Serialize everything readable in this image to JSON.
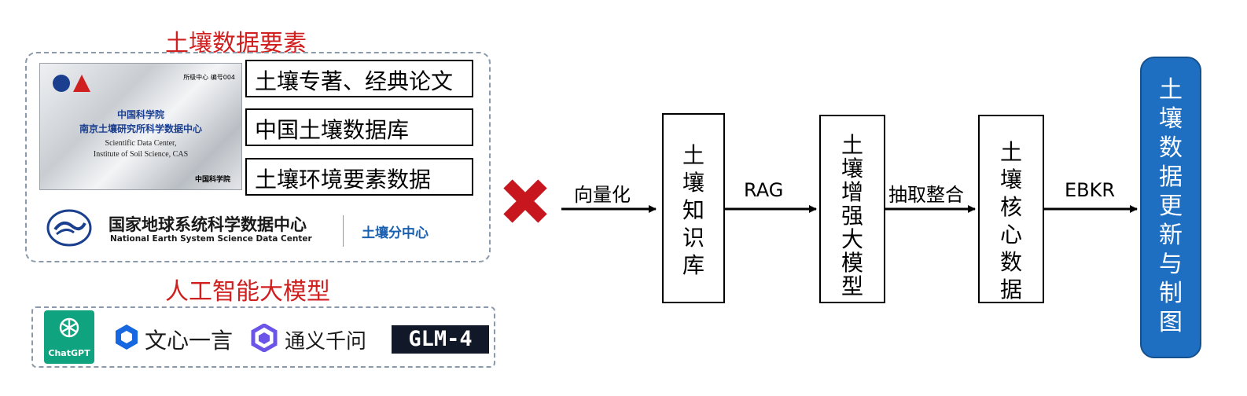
{
  "left": {
    "title": "土壤数据要素",
    "plaque": {
      "corner": "所级中心 编号004",
      "line1": "中国科学院",
      "line2": "南京土壤研究所科学数据中心",
      "line3": "Scientific Data Center,",
      "line4": "Institute of Soil Science, CAS",
      "footer": "中国科学院"
    },
    "sources": [
      "土壤专著、经典论文",
      "中国土壤数据库",
      "土壤环境要素数据"
    ],
    "center": {
      "name_cn": "国家地球系统科学数据中心",
      "name_en": "National Earth System Science Data Center",
      "sub": "土壤分中心"
    },
    "llm_title": "人工智能大模型",
    "llms": [
      "ChatGPT",
      "文心一言",
      "通义千问",
      "GLM-4"
    ]
  },
  "flow": {
    "arrows": [
      "向量化",
      "RAG",
      "抽取整合",
      "EBKR"
    ],
    "boxes": [
      "土壤知识库",
      "土壤增强大模型",
      "土壤核心数据"
    ],
    "final": "土壤数据更新与制图"
  },
  "colors": {
    "title_red": "#d01f1f",
    "final_blue": "#1e6fc2",
    "cross_red": "#c8161e"
  }
}
